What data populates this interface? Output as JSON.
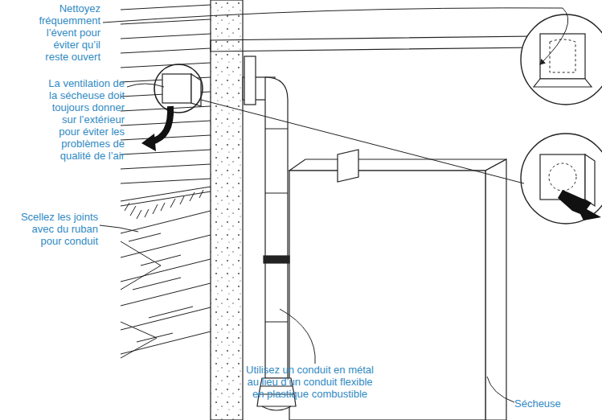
{
  "diagram": {
    "labels": [
      "Nettoyez fréquemment l’évent pour éviter qu’il reste ouvert",
      "La ventilation de la sécheuse doit toujours donner sur l’extérieur pour éviter les problèmes de qualité de l’air",
      "Scellez les joints avec du ruban pour conduit",
      "Utilisez un conduit en métal au lieu d’un conduit flexible en plastique combustible",
      "Sécheuse"
    ]
  }
}
